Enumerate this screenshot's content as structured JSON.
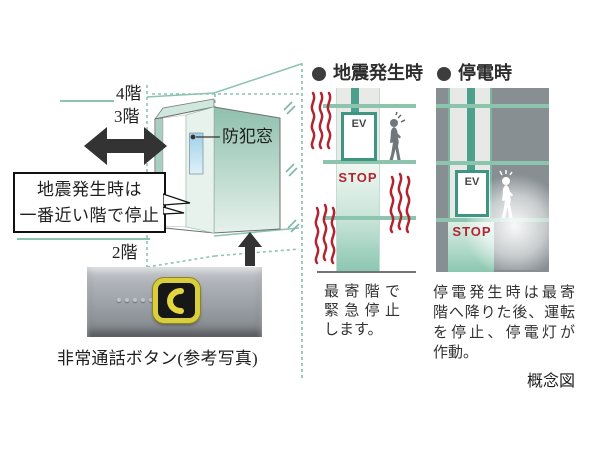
{
  "floors": {
    "f4": "4階",
    "f3": "3階",
    "f2": "2階"
  },
  "security_window_label": "防犯窓",
  "callout": {
    "line1": "地震発生時は",
    "line2": "一番近い階で停止"
  },
  "photo_caption": "非常通話ボタン(参考写真)",
  "quake": {
    "header": "地震発生時",
    "ev_label": "EV",
    "stop_label": "STOP",
    "caption": [
      "最寄階で",
      "緊急停止",
      "します。"
    ]
  },
  "power": {
    "header": "停電時",
    "ev_label": "EV",
    "stop_label": "STOP",
    "caption": [
      "停電発生時は最寄",
      "階へ降りた後、運転",
      "を停止、停電灯が",
      "作動。"
    ]
  },
  "footer_note": "概念図",
  "colors": {
    "teal_line": "#8cc4ae",
    "teal_dark": "#3e9682",
    "red": "#b22430",
    "panel_dark": "#878f93",
    "strip_gray": "#e9eae7",
    "arrow_black": "#333333",
    "button_yellow": "#d8ce3e"
  }
}
